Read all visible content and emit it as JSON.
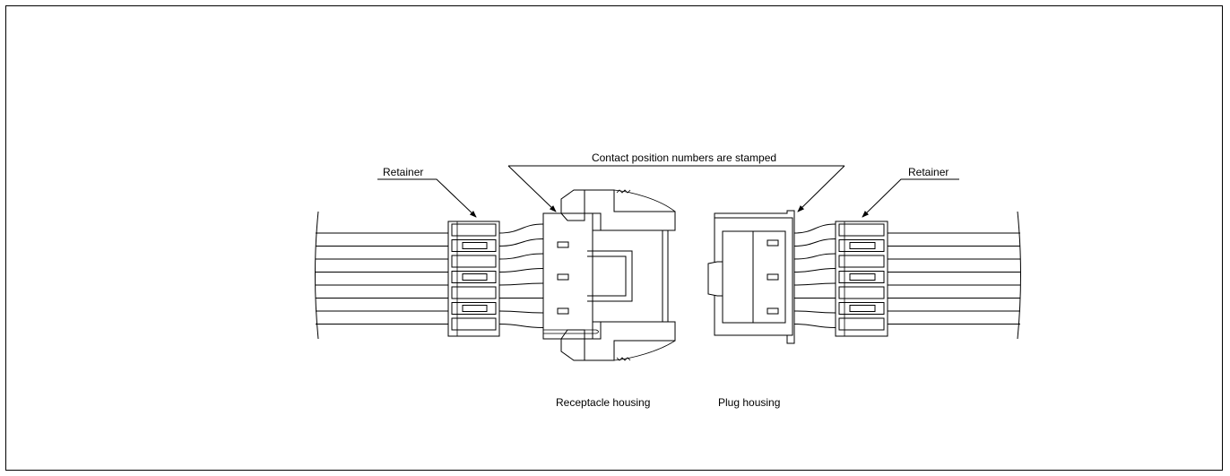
{
  "labels": {
    "callout_top": "Contact position numbers are stamped",
    "retainer_left": "Retainer",
    "retainer_right": "Retainer",
    "receptacle": "Receptacle housing",
    "plug": "Plug housing"
  }
}
